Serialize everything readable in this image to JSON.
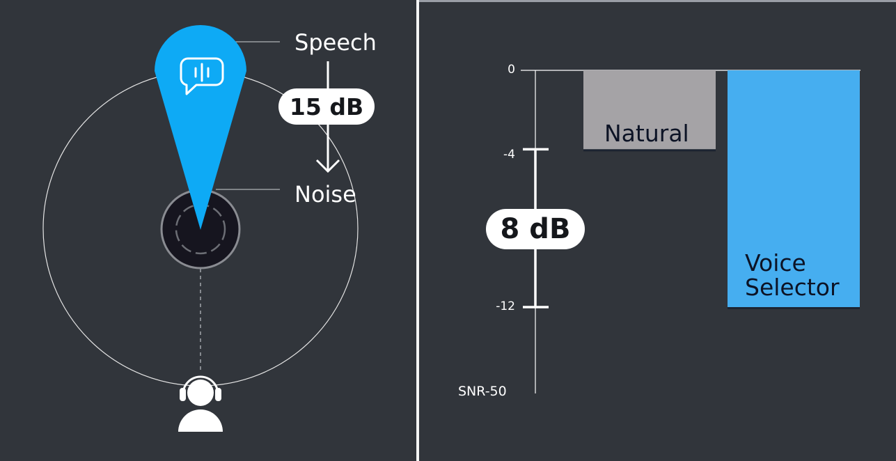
{
  "diagram": {
    "speech_label": "Speech",
    "noise_label": "Noise",
    "difference_label": "15 dB",
    "icons": [
      "speech-bubble-icon",
      "noise-source-icon",
      "listener-headphones-icon",
      "down-arrow-icon"
    ]
  },
  "chart_data": {
    "type": "bar",
    "categories": [
      "Natural",
      "Voice Selector"
    ],
    "values": [
      -4,
      -12
    ],
    "ylim": [
      0,
      -12
    ],
    "yticks": [
      0,
      -4,
      -12
    ],
    "ylabel": "SNR-50",
    "annotation": "8 dB",
    "colors": [
      "#a5a3a6",
      "#46aef0"
    ],
    "grid": false
  }
}
